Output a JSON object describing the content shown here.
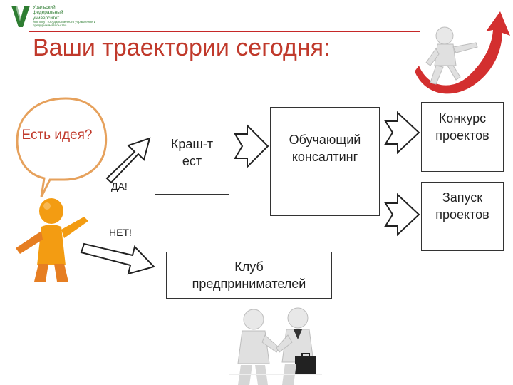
{
  "logo": {
    "lines": [
      "Уральский",
      "федеральный",
      "университет"
    ],
    "subtitle": "Институт государственного управления и предпринимательства"
  },
  "title": "Ваши траектории сегодня:",
  "bubble": {
    "text": "Есть идея?"
  },
  "labels": {
    "yes": "ДА!",
    "no": "НЕТ!"
  },
  "boxes": {
    "crash_test": "Краш-тест",
    "consulting": "Обучающий консалтинг",
    "contest": "Конкурс проектов",
    "launch": "Запуск проектов",
    "club": "Клуб предпринимателей"
  },
  "icons": [
    "university-logo-icon",
    "thinking-person-icon",
    "climbing-person-arrow-icon",
    "handshake-icon"
  ],
  "colors": {
    "title": "#c0392b",
    "accent": "#c62828",
    "logo": "#2e7d32",
    "figure": "#f39c12"
  }
}
